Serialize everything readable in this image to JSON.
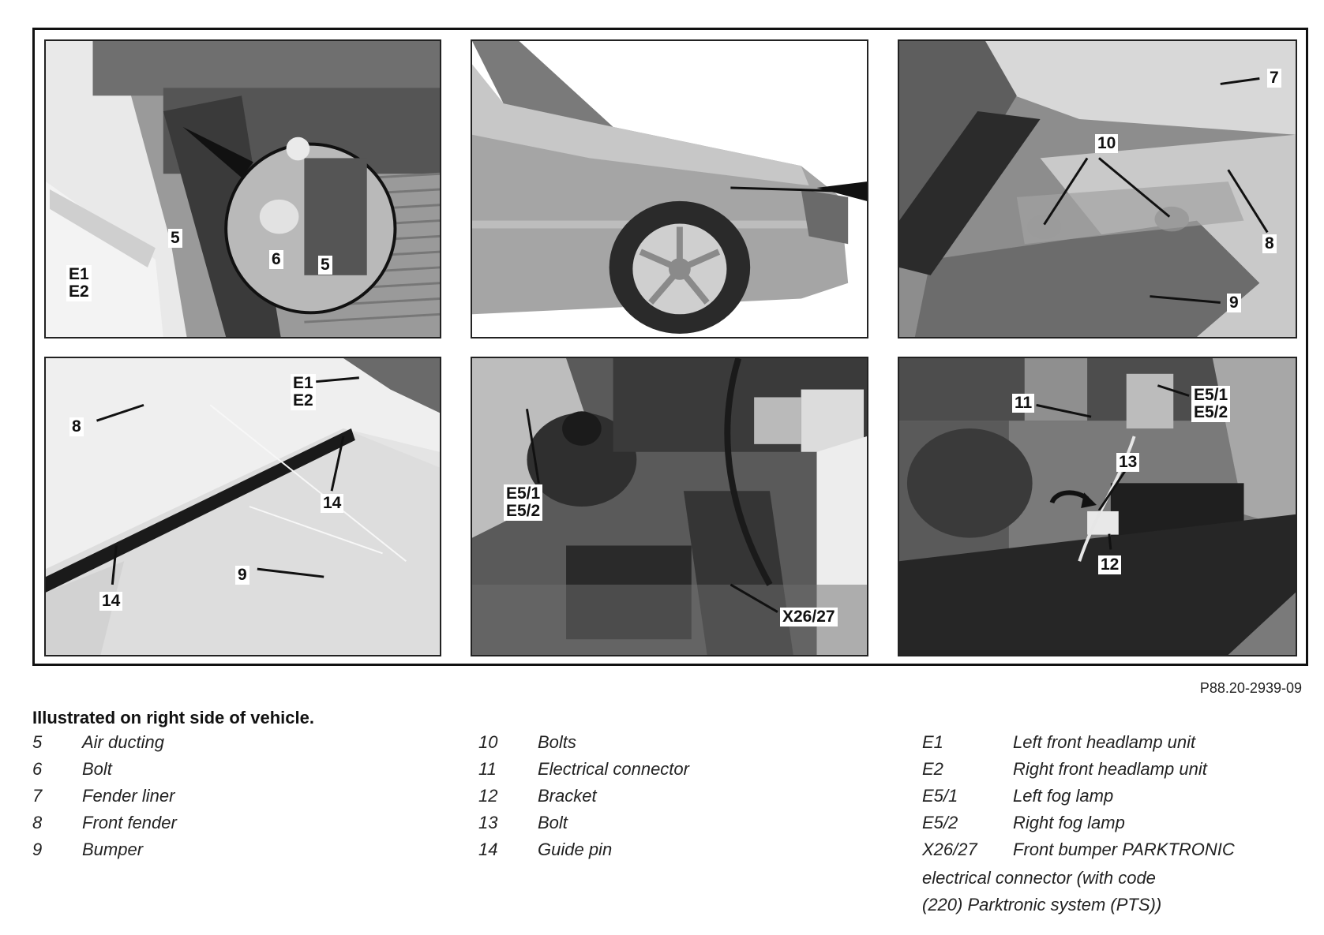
{
  "figure_ref": "P88.20-2939-09",
  "caption_title": "Illustrated on right side of vehicle.",
  "callouts": {
    "p1_E1": "E1",
    "p1_E2": "E2",
    "p1_5a": "5",
    "p1_6": "6",
    "p1_5b": "5",
    "p3_7": "7",
    "p3_10": "10",
    "p3_8": "8",
    "p3_9": "9",
    "p4_E1": "E1",
    "p4_E2": "E2",
    "p4_8": "8",
    "p4_14a": "14",
    "p4_14b": "14",
    "p4_9": "9",
    "p5_E51": "E5/1",
    "p5_E52": "E5/2",
    "p5_X2627": "X26/27",
    "p6_11": "11",
    "p6_E51": "E5/1",
    "p6_E52": "E5/2",
    "p6_13": "13",
    "p6_12": "12"
  },
  "legend": {
    "col1": [
      {
        "num": "5",
        "text": "Air ducting"
      },
      {
        "num": "6",
        "text": "Bolt"
      },
      {
        "num": "7",
        "text": "Fender liner"
      },
      {
        "num": "8",
        "text": "Front fender"
      },
      {
        "num": "9",
        "text": "Bumper"
      }
    ],
    "col2": [
      {
        "num": "10",
        "text": "Bolts"
      },
      {
        "num": "11",
        "text": "Electrical connector"
      },
      {
        "num": "12",
        "text": "Bracket"
      },
      {
        "num": "13",
        "text": "Bolt"
      },
      {
        "num": "14",
        "text": "Guide pin"
      }
    ],
    "col3": [
      {
        "num": "E1",
        "text": "Left front headlamp unit"
      },
      {
        "num": "E2",
        "text": "Right front headlamp unit"
      },
      {
        "num": "E5/1",
        "text": "Left fog lamp"
      },
      {
        "num": "E5/2",
        "text": "Right fog lamp"
      },
      {
        "num": "X26/27",
        "text": "Front bumper PARKTRONIC"
      }
    ],
    "col3_continuation": [
      "electrical connector (with code",
      "(220) Parktronic system (PTS))"
    ]
  }
}
